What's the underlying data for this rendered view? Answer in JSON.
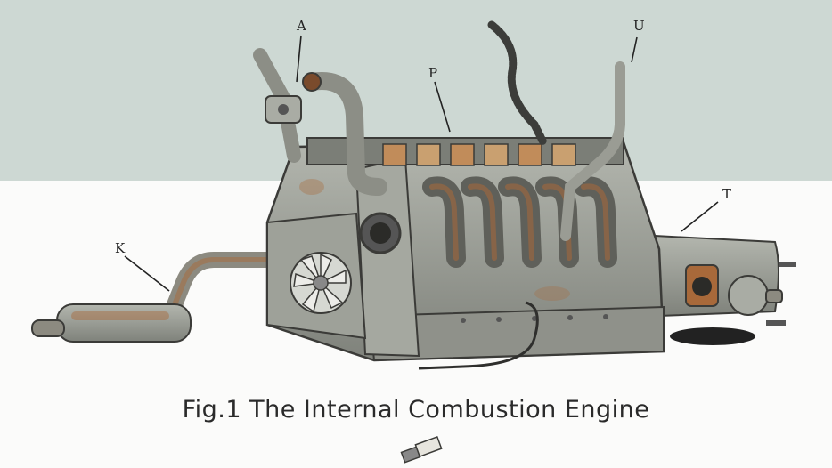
{
  "labels": {
    "a": "A",
    "u": "U",
    "p": "P",
    "t": "T",
    "k": "K"
  },
  "caption": "Fig.1 The Internal Combustion Engine",
  "colors": {
    "wall": "#cdd8d3",
    "floor": "#fbfbfa",
    "metal": "#9a9d96",
    "rust": "#a8693a",
    "outline": "#3b3b38"
  }
}
